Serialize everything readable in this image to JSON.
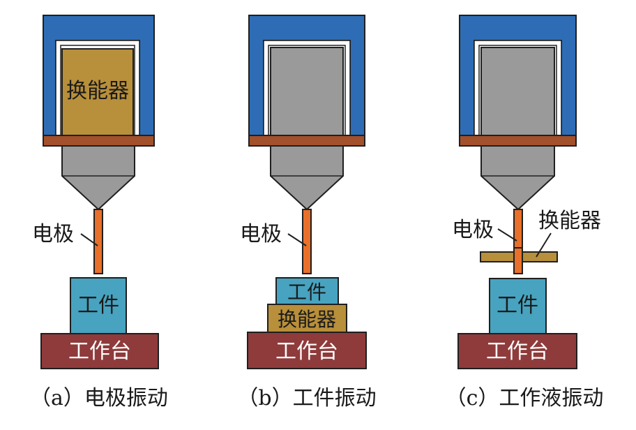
{
  "colors": {
    "housing_blue": "#2e6db5",
    "housing_inner": "#ffffff",
    "transducer_gold": "#b88f3a",
    "block_gray": "#9a9a9a",
    "flange_brown": "#a2512c",
    "electrode_orange": "#e8702a",
    "workpiece_teal": "#47a3bf",
    "table_maroon": "#8f3b3b",
    "stroke": "#1f1f1f"
  },
  "panels": [
    {
      "caption": "（a）电极振动",
      "transducer_label": "换能器",
      "electrode_label": "电极",
      "workpiece_label": "工件",
      "table_label": "工作台"
    },
    {
      "caption": "（b）工件振动",
      "electrode_label": "电极",
      "workpiece_label": "工件",
      "transducer_label": "换能器",
      "table_label": "工作台"
    },
    {
      "caption": "（c）工作液振动",
      "electrode_label": "电极",
      "transducer_label": "换能器",
      "workpiece_label": "工件",
      "table_label": "工作台"
    }
  ]
}
